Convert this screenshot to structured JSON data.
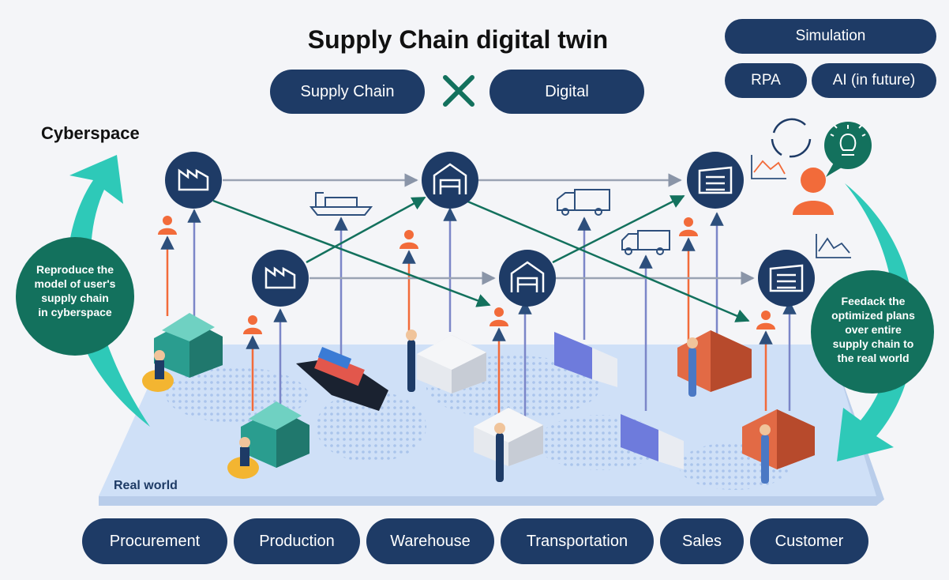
{
  "title": "Supply Chain digital twin",
  "pills": {
    "supply_chain": "Supply Chain",
    "digital": "Digital",
    "simulation": "Simulation",
    "rpa": "RPA",
    "ai": "AI (in future)"
  },
  "cyberspace_label": "Cyberspace",
  "real_world_label": "Real world",
  "left_note": [
    "Reproduce the",
    "model of user's",
    "supply chain",
    "in cyberspace"
  ],
  "right_note": [
    "Feedack the",
    "optimized plans",
    "over entire",
    "supply chain to",
    "the real world"
  ],
  "stages": [
    "Procurement",
    "Production",
    "Warehouse",
    "Transportation",
    "Sales",
    "Customer"
  ],
  "colors": {
    "navy": "#1e3b66",
    "teal": "#13715d",
    "cyan": "#2ec9b8",
    "orange": "#f26b3a",
    "world": "#cfe0f7",
    "arrow_blue": "#2d4f7c"
  }
}
